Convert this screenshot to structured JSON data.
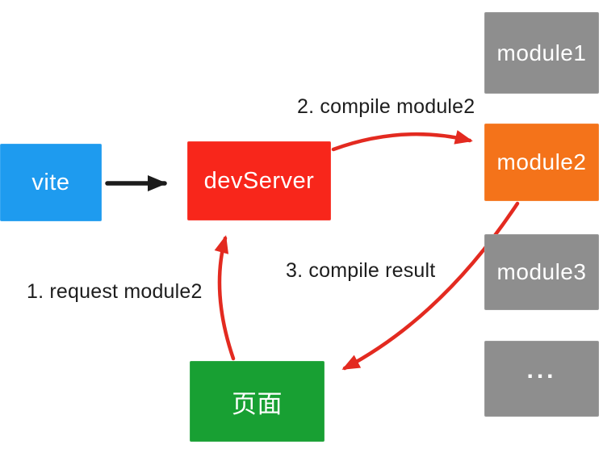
{
  "nodes": {
    "vite": {
      "label": "vite",
      "color": "#1e9bef"
    },
    "dev_server": {
      "label": "devServer",
      "color": "#f8261b"
    },
    "page": {
      "label": "页面",
      "color": "#18a033"
    },
    "module1": {
      "label": "module1",
      "color": "#8e8e8e"
    },
    "module2": {
      "label": "module2",
      "color": "#f4731a"
    },
    "module3": {
      "label": "module3",
      "color": "#8e8e8e"
    },
    "more_modules": {
      "label": "...",
      "color": "#8e8e8e"
    }
  },
  "edges": {
    "vite_to_devserver": {
      "color": "#1c1c1c"
    },
    "request": {
      "label": "1. request module2",
      "color": "#e32a20"
    },
    "compile": {
      "label": "2. compile module2",
      "color": "#e32a20"
    },
    "result": {
      "label": "3. compile result",
      "color": "#e32a20"
    }
  },
  "colors": {
    "background": "#ffffff",
    "label_text": "#1d1d1d",
    "node_text": "#ffffff"
  }
}
